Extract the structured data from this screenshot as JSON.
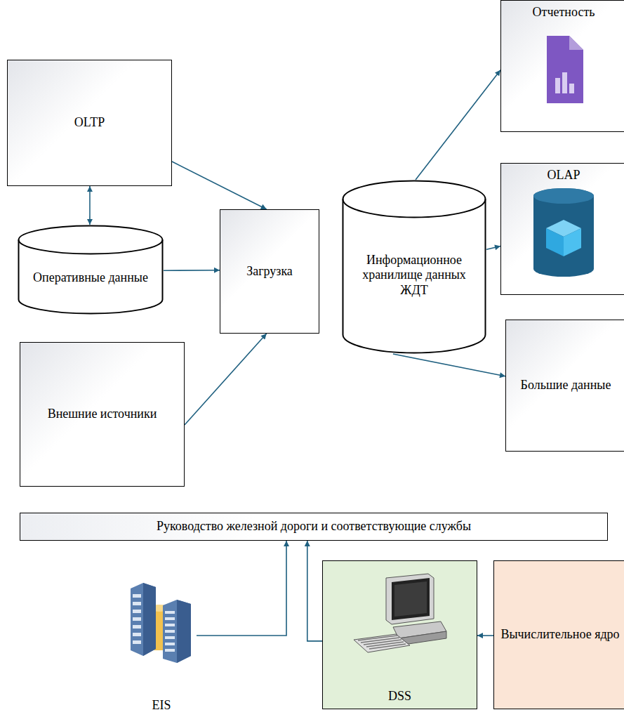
{
  "diagram": {
    "nodes": [
      {
        "text": [
          "OLTP"
        ]
      },
      {
        "text": [
          "Оперативные данные"
        ]
      },
      {
        "text": [
          "Загрузка"
        ]
      },
      {
        "text": [
          "Внешние источники"
        ]
      },
      {
        "text": [
          "Информационное хранилище данных ЖДТ"
        ]
      },
      {
        "text": [
          "Отчетность"
        ]
      },
      {
        "text": [
          "OLAP"
        ]
      },
      {
        "text": [
          "Большие данные"
        ]
      },
      {
        "text": [
          "Руководство железной дороги и соответствующие службы"
        ]
      },
      {
        "text": [
          "EIS"
        ]
      },
      {
        "text": [
          "DSS"
        ]
      },
      {
        "text": [
          "Вычислительное ядро"
        ]
      }
    ],
    "edges": [
      {
        "from": 0,
        "to": 1,
        "arrow": "both"
      },
      {
        "from": 0,
        "to": 2,
        "arrow": "to"
      },
      {
        "from": 1,
        "to": 2,
        "arrow": "to"
      },
      {
        "from": 3,
        "to": 2,
        "arrow": "to"
      },
      {
        "from": 4,
        "to": 5,
        "arrow": "to"
      },
      {
        "from": 4,
        "to": 6,
        "arrow": "to"
      },
      {
        "from": 4,
        "to": 7,
        "arrow": "to"
      },
      {
        "from": 9,
        "to": 8,
        "arrow": "to"
      },
      {
        "from": 10,
        "to": 8,
        "arrow": "to"
      },
      {
        "from": 11,
        "to": 10,
        "arrow": "to"
      }
    ]
  }
}
